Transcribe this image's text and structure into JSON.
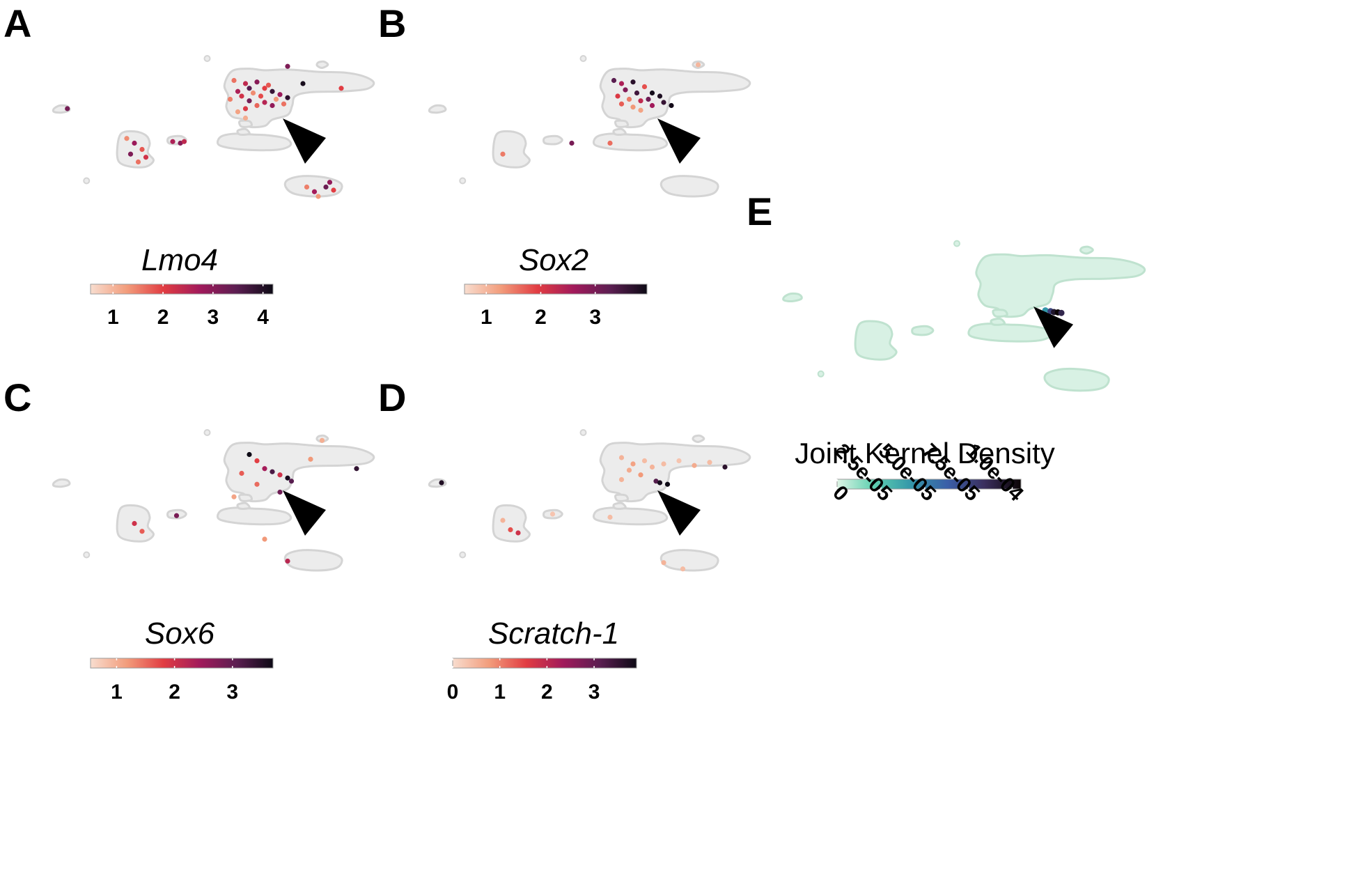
{
  "colors": {
    "cluster_fill": "#ececec",
    "cluster_stroke": "#d4d4d4",
    "density_cluster_fill": "#d8f1e4",
    "density_cluster_stroke": "#bfe2cf",
    "arrow": "#000000",
    "rocket_scale": [
      "#f8ddcf",
      "#f29c7b",
      "#e13c42",
      "#a11a5b",
      "#5b1e51",
      "#0d0a15"
    ],
    "mako_scale": [
      "#def5e5",
      "#5ecfb0",
      "#3497a9",
      "#3a5fa8",
      "#3b2f5e",
      "#0b0405"
    ]
  },
  "chart_data": [
    {
      "id": "A",
      "type": "scatter",
      "title": "Lmo4",
      "colorbar_ticks": [
        "1",
        "2",
        "3",
        "4"
      ],
      "tick_values": [
        1,
        2,
        3,
        4
      ],
      "color_range": [
        0.55,
        4.2
      ],
      "points": [
        [
          0.66,
          0.09,
          3.1
        ],
        [
          0.52,
          0.18,
          1.6
        ],
        [
          0.55,
          0.2,
          2.4
        ],
        [
          0.58,
          0.19,
          3.0
        ],
        [
          0.61,
          0.21,
          1.8
        ],
        [
          0.56,
          0.23,
          3.5
        ],
        [
          0.6,
          0.23,
          2.0
        ],
        [
          0.53,
          0.25,
          2.6
        ],
        [
          0.57,
          0.26,
          1.4
        ],
        [
          0.62,
          0.25,
          3.8
        ],
        [
          0.54,
          0.28,
          2.2
        ],
        [
          0.59,
          0.28,
          1.9
        ],
        [
          0.64,
          0.27,
          2.8
        ],
        [
          0.51,
          0.3,
          1.5
        ],
        [
          0.56,
          0.31,
          3.2
        ],
        [
          0.6,
          0.32,
          2.5
        ],
        [
          0.63,
          0.3,
          1.3
        ],
        [
          0.66,
          0.29,
          3.9
        ],
        [
          0.58,
          0.34,
          1.7
        ],
        [
          0.62,
          0.34,
          2.9
        ],
        [
          0.55,
          0.36,
          2.1
        ],
        [
          0.65,
          0.33,
          1.6
        ],
        [
          0.53,
          0.38,
          1.2
        ],
        [
          0.7,
          0.2,
          4.1
        ],
        [
          0.8,
          0.23,
          2.0
        ],
        [
          0.55,
          0.42,
          1.1
        ],
        [
          0.085,
          0.36,
          3.2
        ],
        [
          0.24,
          0.55,
          1.4
        ],
        [
          0.26,
          0.58,
          2.8
        ],
        [
          0.28,
          0.62,
          1.8
        ],
        [
          0.25,
          0.65,
          3.1
        ],
        [
          0.29,
          0.67,
          2.2
        ],
        [
          0.27,
          0.7,
          1.6
        ],
        [
          0.36,
          0.57,
          2.6
        ],
        [
          0.38,
          0.58,
          3.0
        ],
        [
          0.39,
          0.57,
          2.4
        ],
        [
          0.71,
          0.86,
          1.5
        ],
        [
          0.73,
          0.89,
          2.7
        ],
        [
          0.76,
          0.86,
          3.3
        ],
        [
          0.78,
          0.88,
          2.0
        ],
        [
          0.74,
          0.92,
          1.3
        ],
        [
          0.77,
          0.83,
          2.9
        ]
      ]
    },
    {
      "id": "B",
      "type": "scatter",
      "title": "Sox2",
      "colorbar_ticks": [
        "1",
        "2",
        "3"
      ],
      "tick_values": [
        1,
        2,
        3
      ],
      "color_range": [
        0.6,
        3.95
      ],
      "points": [
        [
          0.53,
          0.18,
          3.3
        ],
        [
          0.55,
          0.2,
          2.5
        ],
        [
          0.58,
          0.19,
          3.7
        ],
        [
          0.61,
          0.22,
          1.8
        ],
        [
          0.56,
          0.24,
          2.9
        ],
        [
          0.59,
          0.26,
          3.5
        ],
        [
          0.63,
          0.26,
          3.9
        ],
        [
          0.54,
          0.28,
          2.0
        ],
        [
          0.57,
          0.3,
          1.5
        ],
        [
          0.6,
          0.31,
          2.3
        ],
        [
          0.62,
          0.3,
          3.1
        ],
        [
          0.65,
          0.28,
          3.8
        ],
        [
          0.55,
          0.33,
          1.7
        ],
        [
          0.58,
          0.35,
          1.3
        ],
        [
          0.63,
          0.34,
          2.6
        ],
        [
          0.66,
          0.32,
          3.6
        ],
        [
          0.68,
          0.34,
          3.9
        ],
        [
          0.6,
          0.37,
          1.2
        ],
        [
          0.24,
          0.65,
          1.5
        ],
        [
          0.52,
          0.58,
          1.6
        ],
        [
          0.42,
          0.58,
          3.0
        ],
        [
          0.75,
          0.08,
          1.0
        ]
      ]
    },
    {
      "id": "C",
      "type": "scatter",
      "title": "Sox6",
      "colorbar_ticks": [
        "1",
        "2",
        "3"
      ],
      "tick_values": [
        1,
        2,
        3
      ],
      "color_range": [
        0.55,
        3.7
      ],
      "points": [
        [
          0.56,
          0.18,
          3.7
        ],
        [
          0.58,
          0.22,
          1.8
        ],
        [
          0.6,
          0.27,
          2.4
        ],
        [
          0.54,
          0.3,
          1.6
        ],
        [
          0.62,
          0.29,
          3.2
        ],
        [
          0.64,
          0.31,
          2.0
        ],
        [
          0.66,
          0.33,
          3.6
        ],
        [
          0.67,
          0.35,
          3.1
        ],
        [
          0.58,
          0.37,
          1.5
        ],
        [
          0.64,
          0.42,
          2.9
        ],
        [
          0.84,
          0.27,
          3.4
        ],
        [
          0.72,
          0.21,
          1.2
        ],
        [
          0.52,
          0.45,
          1.1
        ],
        [
          0.26,
          0.62,
          2.0
        ],
        [
          0.28,
          0.67,
          1.6
        ],
        [
          0.37,
          0.57,
          2.8
        ],
        [
          0.6,
          0.72,
          1.2
        ],
        [
          0.66,
          0.86,
          2.2
        ],
        [
          0.75,
          0.09,
          1.0
        ]
      ]
    },
    {
      "id": "D",
      "type": "scatter",
      "title": "Scratch-1",
      "colorbar_ticks": [
        "0",
        "1",
        "2",
        "3"
      ],
      "tick_values": [
        0,
        1,
        2,
        3
      ],
      "color_range": [
        0,
        3.9
      ],
      "points": [
        [
          0.55,
          0.2,
          0.5
        ],
        [
          0.58,
          0.24,
          0.7
        ],
        [
          0.61,
          0.22,
          0.4
        ],
        [
          0.57,
          0.28,
          0.6
        ],
        [
          0.6,
          0.31,
          0.8
        ],
        [
          0.63,
          0.26,
          0.5
        ],
        [
          0.66,
          0.24,
          0.4
        ],
        [
          0.7,
          0.22,
          0.3
        ],
        [
          0.74,
          0.25,
          0.6
        ],
        [
          0.78,
          0.23,
          0.4
        ],
        [
          0.55,
          0.34,
          0.5
        ],
        [
          0.64,
          0.35,
          3.2
        ],
        [
          0.65,
          0.36,
          3.8
        ],
        [
          0.67,
          0.37,
          3.9
        ],
        [
          0.82,
          0.26,
          3.6
        ],
        [
          0.08,
          0.36,
          3.7
        ],
        [
          0.24,
          0.6,
          0.5
        ],
        [
          0.26,
          0.66,
          1.4
        ],
        [
          0.28,
          0.68,
          1.8
        ],
        [
          0.37,
          0.56,
          0.3
        ],
        [
          0.52,
          0.58,
          0.4
        ],
        [
          0.66,
          0.87,
          0.5
        ],
        [
          0.71,
          0.91,
          0.4
        ]
      ]
    },
    {
      "id": "E",
      "type": "scatter",
      "title": "Joint Kernel Density",
      "colorbar_ticks": [
        "0",
        "2.5e-05",
        "5.0e-05",
        "7.5e-05",
        "1.0e-04"
      ],
      "tick_values": [
        0,
        2.5e-05,
        5e-05,
        7.5e-05,
        0.0001
      ],
      "color_range": [
        0,
        0.000105
      ],
      "points": [
        [
          0.655,
          0.44,
          4.2e-05
        ],
        [
          0.667,
          0.445,
          7.6e-05
        ],
        [
          0.675,
          0.45,
          9.6e-05
        ],
        [
          0.684,
          0.452,
          0.000105
        ],
        [
          0.692,
          0.455,
          8.8e-05
        ]
      ]
    }
  ]
}
